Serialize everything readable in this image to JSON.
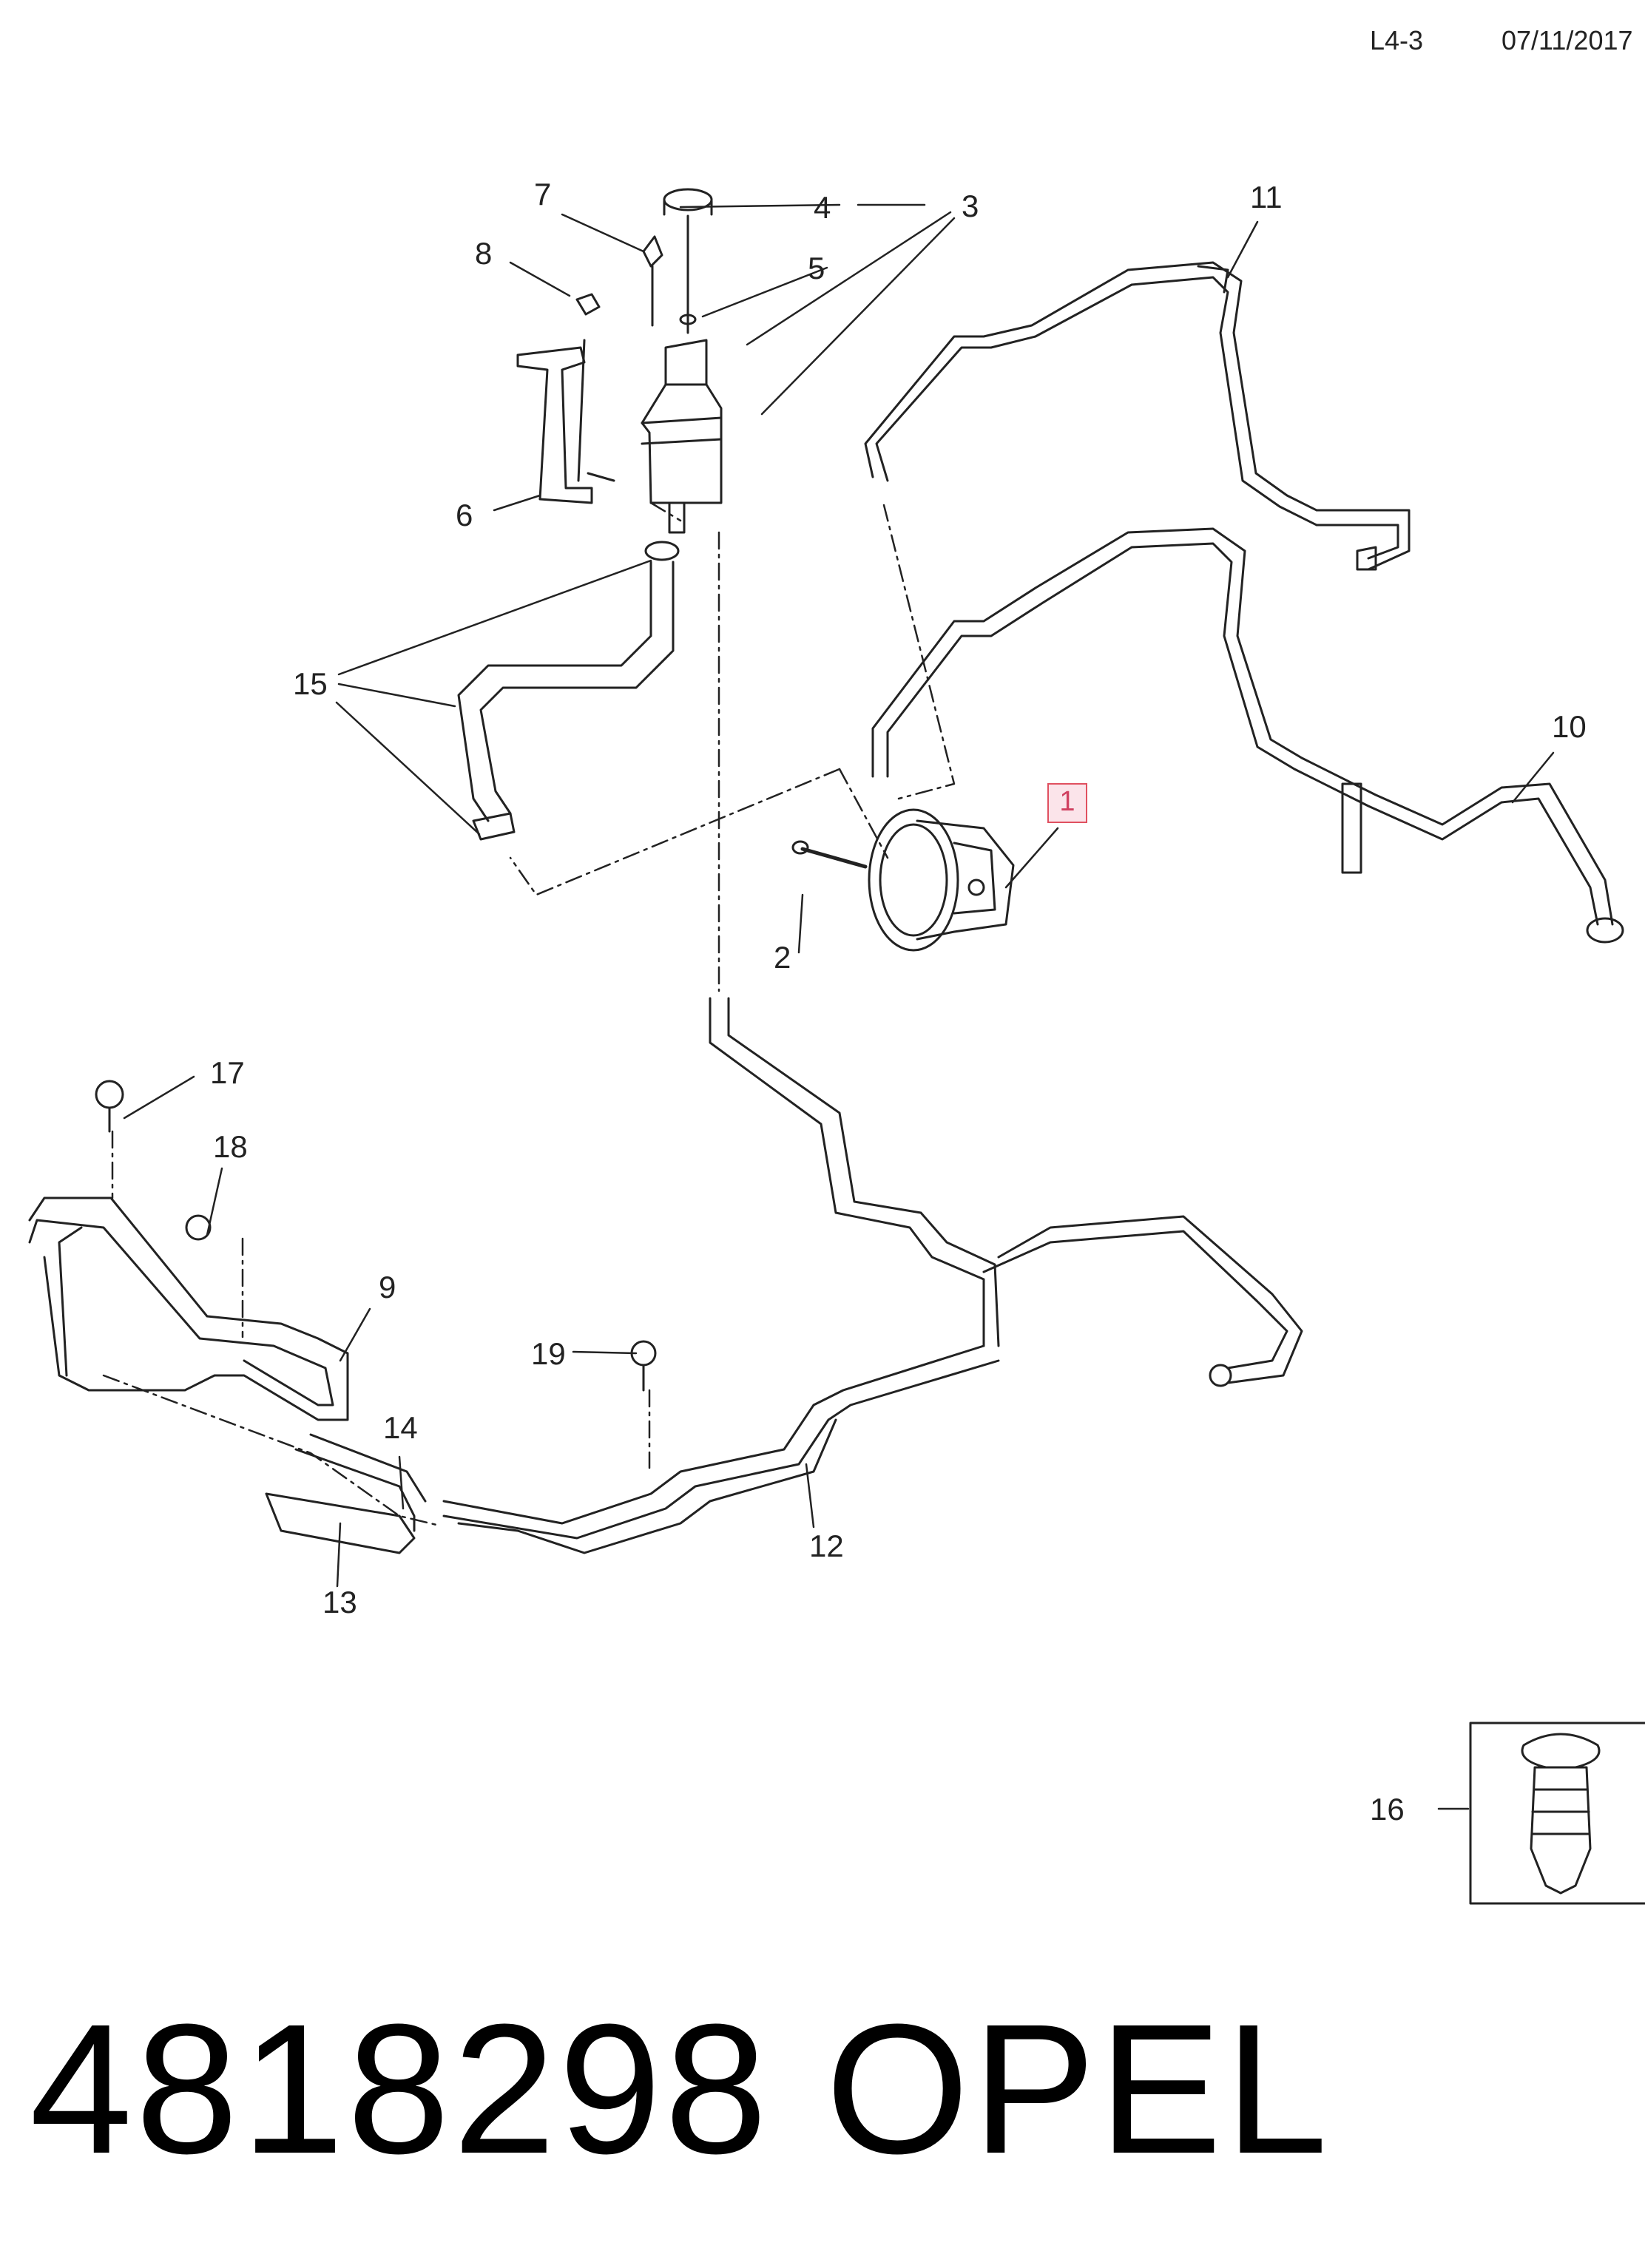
{
  "header": {
    "page_code": "L4-3",
    "date": "07/11/2017"
  },
  "callouts": {
    "c1": "1",
    "c2": "2",
    "c3": "3",
    "c4": "4",
    "c5": "5",
    "c6": "6",
    "c7": "7",
    "c8": "8",
    "c9": "9",
    "c10": "10",
    "c11": "11",
    "c12": "12",
    "c13": "13",
    "c14": "14",
    "c15": "15",
    "c16": "16",
    "c17": "17",
    "c18": "18",
    "c19": "19"
  },
  "footer": {
    "part_number": "4818298",
    "brand": "OPEL"
  },
  "colors": {
    "line": "#222222",
    "highlight_border": "#e05060",
    "highlight_fill": "#fbe4ea"
  }
}
